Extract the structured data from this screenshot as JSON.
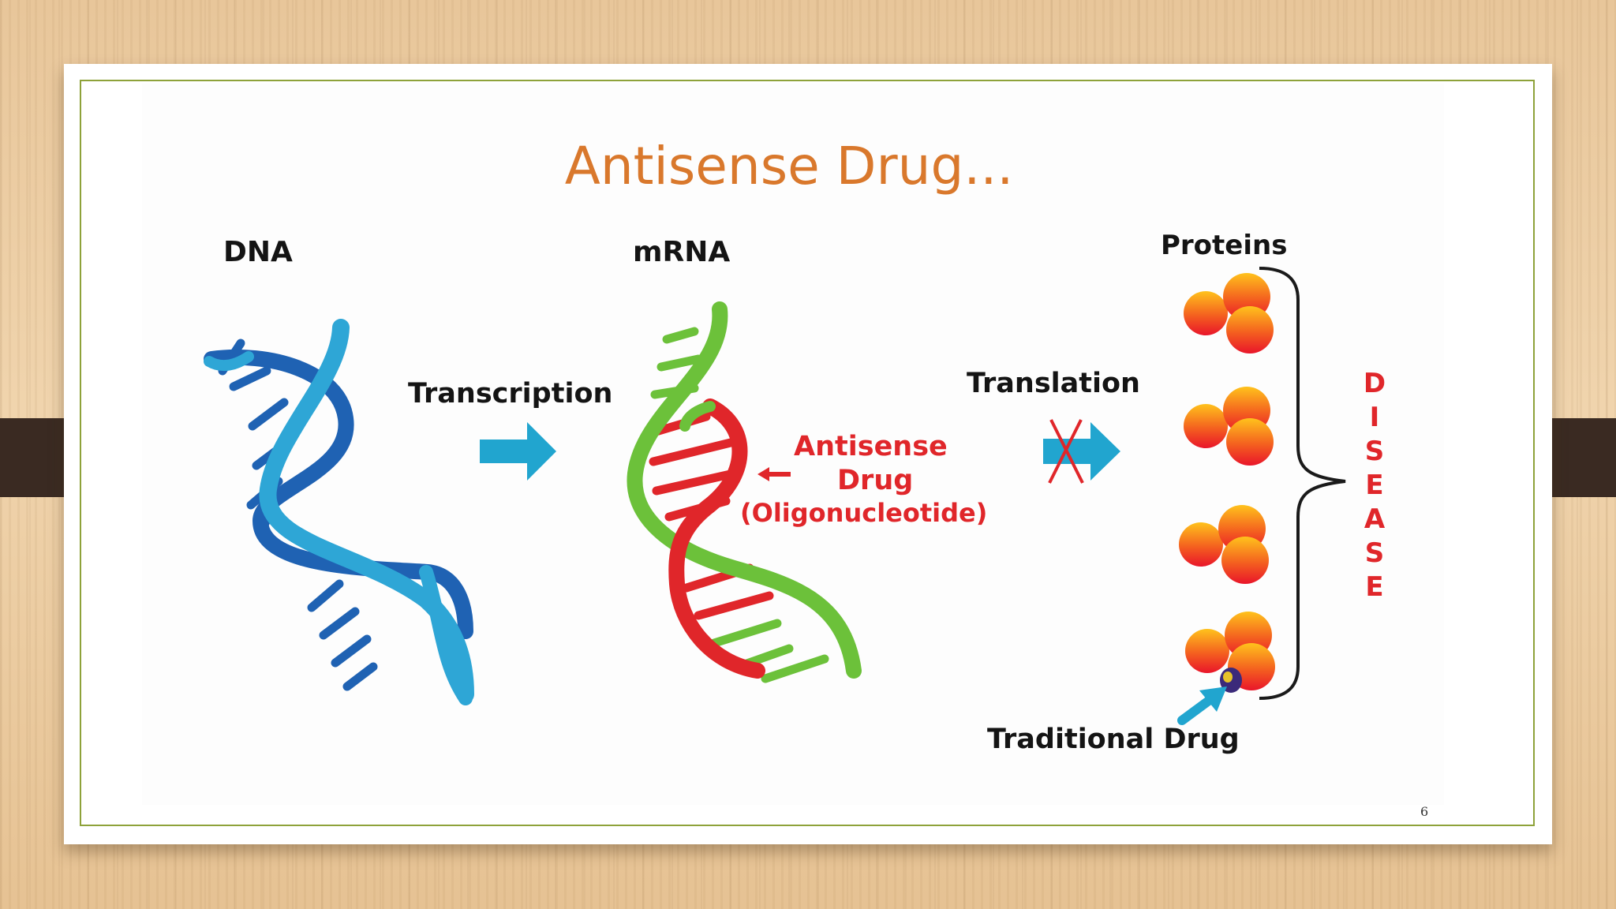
{
  "slide": {
    "title": "Antisense Drug...",
    "page_number": "6"
  },
  "labels": {
    "dna": "DNA",
    "mrna": "mRNA",
    "proteins": "Proteins",
    "transcription": "Transcription",
    "translation": "Translation",
    "antisense_line1": "Antisense",
    "antisense_line2": "Drug",
    "antisense_line3": "(Oligonucleotide)",
    "traditional_drug": "Traditional Drug",
    "disease_letters": [
      "D",
      "I",
      "S",
      "E",
      "A",
      "S",
      "E"
    ]
  },
  "colors": {
    "title": "#d9782c",
    "dna_dark": "#1f62b3",
    "dna_light": "#2ea6d6",
    "mrna_green": "#6cc13a",
    "antisense_red": "#e0262a",
    "arrow_cyan": "#21a5cf",
    "protein": "#f2571f",
    "frame": "#8ea23a"
  }
}
